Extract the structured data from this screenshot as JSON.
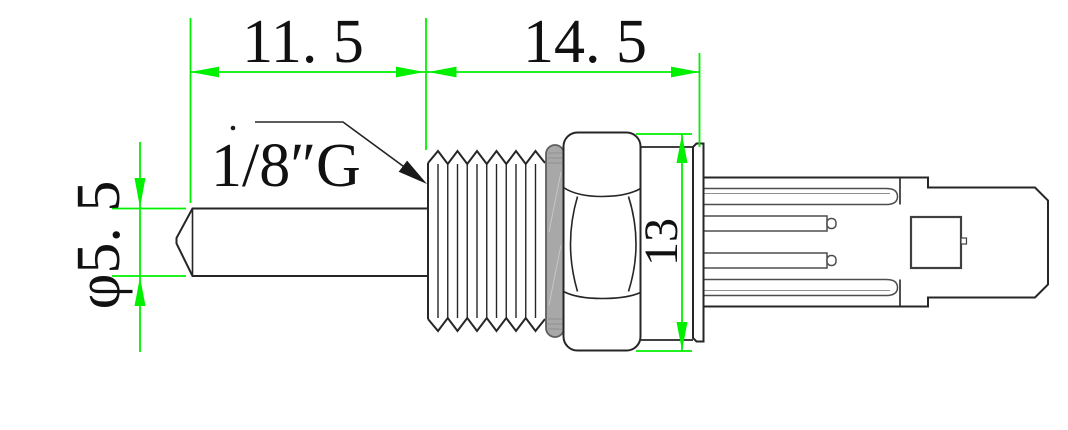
{
  "drawing": {
    "type": "engineering-dimension-drawing",
    "component": "threaded temperature sensor probe with connector",
    "labels": {
      "probe_length": "11. 5",
      "fitting_length": "14. 5",
      "probe_diameter": "φ5. 5",
      "hex_across_flats": "13",
      "thread_spec": "1/8″G"
    },
    "colors": {
      "dimension_green": "#00f000",
      "outline": "#262626",
      "detail_gray": "#4d4d4d",
      "seam_gray": "#8f8f8f",
      "oring_fill": "#a8a8a8",
      "oring_stroke": "#5f5f5f",
      "background": "#ffffff"
    }
  }
}
